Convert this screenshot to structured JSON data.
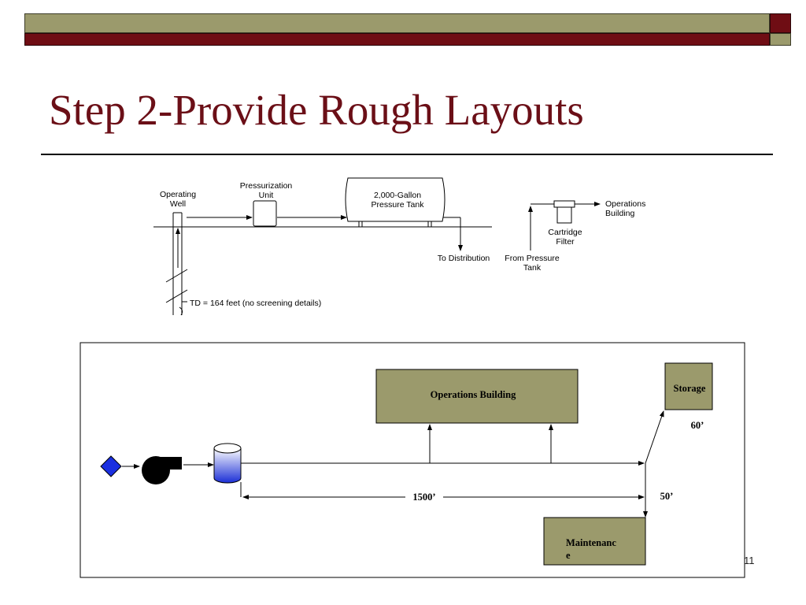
{
  "slide": {
    "title": "Step 2-Provide Rough Layouts",
    "page_number": "11"
  },
  "colors": {
    "banner_olive": "#9b9a6c",
    "banner_maroon": "#6f0d14",
    "title": "#6b0f17",
    "building_fill": "#9b9a6c",
    "valve_blue": "#1a2fe0"
  },
  "schematic": {
    "well_label_1": "Operating",
    "well_label_2": "Well",
    "pressurization_label_1": "Pressurization",
    "pressurization_label_2": "Unit",
    "tank_label_1": "2,000-Gallon",
    "tank_label_2": "Pressure Tank",
    "distribution_label": "To Distribution",
    "td_label": "TD = 164 feet (no screening details)",
    "from_tank_label_1": "From Pressure",
    "from_tank_label_2": "Tank",
    "filter_label_1": "Cartridge",
    "filter_label_2": "Filter",
    "ops_label_1": "Operations",
    "ops_label_2": "Building"
  },
  "site_layout": {
    "operations_building": "Operations Building",
    "storage": "Storage",
    "maintenance_1": "Maintenanc",
    "maintenance_2": "e",
    "dim_main": "1500’",
    "dim_storage": "60’",
    "dim_maintenance": "50’",
    "icons": [
      "valve-diamond-icon",
      "pump-icon",
      "pressure-tank-icon"
    ]
  }
}
